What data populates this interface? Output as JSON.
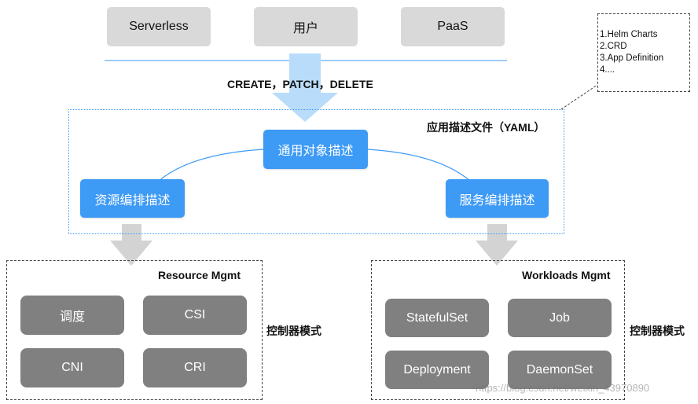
{
  "top_sources": [
    "Serverless",
    "用户",
    "PaaS"
  ],
  "operations_label": "CREATE，PATCH，DELETE",
  "yaml_frame_label": "应用描述文件（YAML）",
  "note_items": [
    "1.Helm Charts",
    "2.CRD",
    "3.App Definition",
    "4...."
  ],
  "center_node": "通用对象描述",
  "left_node": "资源编排描述",
  "right_node": "服务编排描述",
  "resource_panel": {
    "title": "Resource Mgmt",
    "items": [
      "调度",
      "CSI",
      "CNI",
      "CRI"
    ],
    "mode_label": "控制器模式"
  },
  "workloads_panel": {
    "title": "Workloads Mgmt",
    "items": [
      "StatefulSet",
      "Job",
      "Deployment",
      "DaemonSet"
    ],
    "mode_label": "控制器模式"
  },
  "watermark": "https://blog.csdn.net/weixin_43970890"
}
